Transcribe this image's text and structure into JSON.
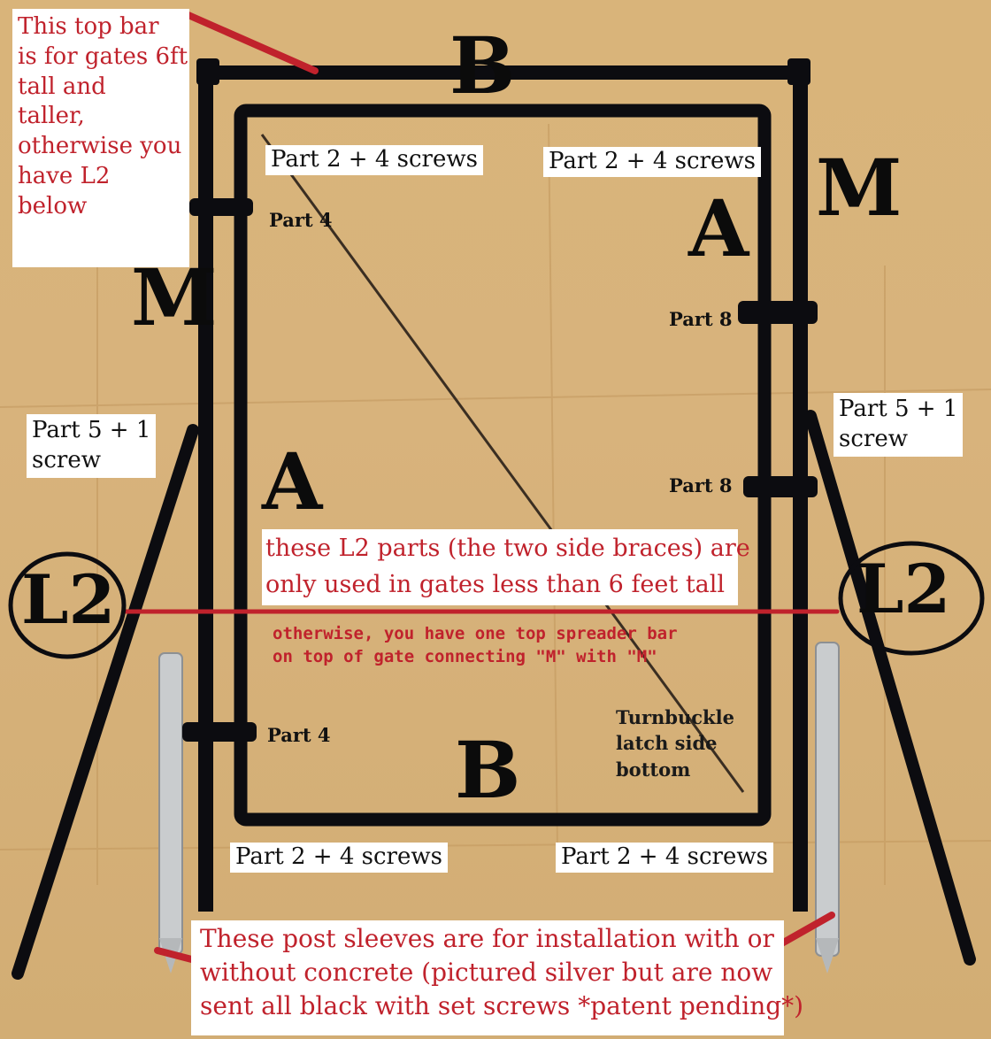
{
  "notes": {
    "top_bar": [
      "This top bar",
      "is for gates 6ft",
      "tall and",
      "taller,",
      "otherwise you",
      "have L2",
      "below"
    ],
    "side_braces": [
      "these L2 parts (the two side braces) are",
      "only used in gates less than 6 feet tall"
    ],
    "spreader": [
      "otherwise, you have one top spreader bar",
      "on top of gate connecting \"M\" with \"M\""
    ],
    "sleeves": [
      "These post sleeves are for installation with or",
      "without concrete (pictured silver but are now",
      "sent all black with set screws *patent pending*)"
    ]
  },
  "letters": {
    "b_top": "B",
    "b_bottom": "B",
    "a_right": "A",
    "a_left": "A",
    "m_right": "M",
    "m_left": "M",
    "l2_left": "L2",
    "l2_right": "L2"
  },
  "part_labels": {
    "top_left": "Part 2 + 4 screws",
    "top_right": "Part 2 + 4 screws",
    "bottom_left": "Part 2 + 4 screws",
    "bottom_right": "Part 2 + 4 screws",
    "part4_top": "Part 4",
    "part4_bottom": "Part 4",
    "part8_top": "Part 8",
    "part8_bottom": "Part 8",
    "part5_left": [
      "Part 5 + 1",
      "screw"
    ],
    "part5_right": [
      "Part 5 + 1",
      "screw"
    ],
    "turnbuckle": [
      "Turnbuckle",
      "latch side",
      "bottom"
    ]
  },
  "colors": {
    "frame": "#0c0c10",
    "annotation_red": "#c0222c",
    "sleeve_silver": "#c9ccce",
    "wall": "#d9b47a"
  }
}
